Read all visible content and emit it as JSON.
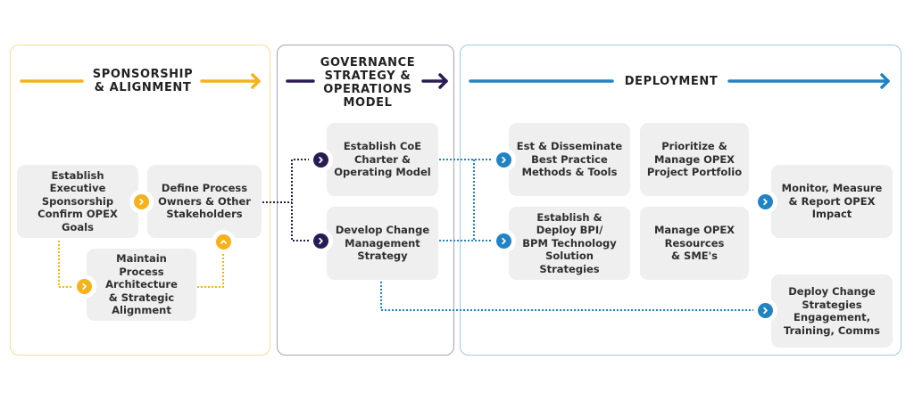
{
  "colors": {
    "sponsorship": "#f5b21b",
    "governance": "#2a1b55",
    "deployment": "#2283c4",
    "node_bg": "#eeefee"
  },
  "panels": {
    "sponsorship": {
      "title": "SPONSORSHIP\n& ALIGNMENT",
      "nodes": {
        "executive": "Establish Executive\nSponsorship\nConfirm OPEX\nGoals",
        "owners": "Define Process\nOwners & Other\nStakeholders",
        "maintain": "Maintain Process\nArchitecture\n& Strategic\nAlignment"
      }
    },
    "governance": {
      "title": "GOVERNANCE\nSTRATEGY &\nOPERATIONS\nMODEL",
      "nodes": {
        "coe": "Establish CoE\nCharter &\nOperating Model",
        "change": "Develop Change\nManagement\nStrategy"
      }
    },
    "deployment": {
      "title": "DEPLOYMENT",
      "nodes": {
        "best_practice": "Est & Disseminate\nBest Practice\nMethods & Tools",
        "portfolio": "Prioritize &\nManage OPEX\nProject Portfolio",
        "bpm": "Establish &\nDeploy BPI/\nBPM Technology\nSolution Strategies",
        "resources": "Manage OPEX\nResources\n& SME's",
        "monitor": "Monitor, Measure\n& Report OPEX\nImpact",
        "deploy_change": "Deploy Change\nStrategies\nEngagement,\nTraining, Comms"
      }
    }
  },
  "icons": {
    "flow_chevron": "chevron-right-icon",
    "up_chevron": "chevron-up-icon",
    "phase_arrow": "arrow-right-icon"
  }
}
